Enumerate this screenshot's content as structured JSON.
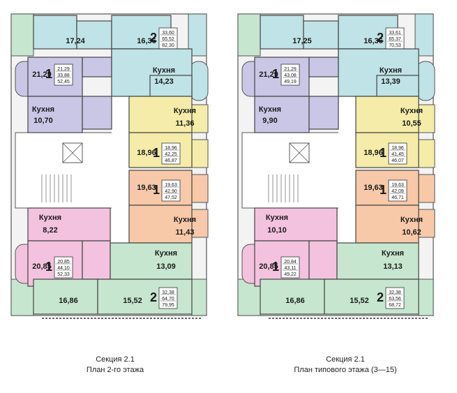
{
  "plans": [
    {
      "id": "floor2",
      "caption": {
        "line1": "Секция 2.1",
        "line2": "План 2-го этажа"
      },
      "units": [
        {
          "area": "17,24",
          "color": "#bfe3e6"
        },
        {
          "area": "16,36",
          "color": "#bfe3e6",
          "rooms": "2",
          "stats": [
            "33,60",
            "65,52",
            "82,30"
          ]
        },
        {
          "area": "21,29",
          "color": "#c9c6e6",
          "rooms": "1",
          "stats": [
            "21,29",
            "33,88",
            "52,45"
          ]
        },
        {
          "label": "Кухня",
          "area": "14,23",
          "color": "#bfe3e6"
        },
        {
          "label": "Кухня",
          "area": "10,70",
          "color": "#c9c6e6"
        },
        {
          "label": "Кухня",
          "area": "11,36",
          "color": "#f4eca8"
        },
        {
          "area": "18,96",
          "color": "#f4eca8",
          "rooms": "1",
          "stats": [
            "18,96",
            "42,25",
            "46,87"
          ]
        },
        {
          "area": "19,63",
          "color": "#f7c9a8",
          "rooms": "1",
          "stats": [
            "19,63",
            "42,90",
            "47,52"
          ]
        },
        {
          "label": "Кухня",
          "area": "11,43",
          "color": "#f7c9a8"
        },
        {
          "label": "Кухня",
          "area": "8,22",
          "color": "#f3c2de"
        },
        {
          "area": "20,85",
          "color": "#f3c2de",
          "rooms": "1",
          "stats": [
            "20,85",
            "44,10",
            "52,33"
          ]
        },
        {
          "label": "Кухня",
          "area": "13,09",
          "color": "#c6e6cf"
        },
        {
          "area": "16,86",
          "color": "#c6e6cf"
        },
        {
          "area": "15,52",
          "color": "#c6e6cf",
          "rooms": "2",
          "stats": [
            "32,38",
            "64,70",
            "79,95"
          ]
        }
      ]
    },
    {
      "id": "typical",
      "caption": {
        "line1": "Секция 2.1",
        "line2": "План типового этажа (3—15)"
      },
      "units": [
        {
          "area": "17,25",
          "color": "#bfe3e6"
        },
        {
          "area": "16,36",
          "color": "#bfe3e6",
          "rooms": "2",
          "stats": [
            "33,61",
            "65,37",
            "70,53"
          ]
        },
        {
          "area": "21,29",
          "color": "#c9c6e6",
          "rooms": "1",
          "stats": [
            "21,29",
            "43,08",
            "49,19"
          ]
        },
        {
          "label": "Кухня",
          "area": "13,39",
          "color": "#bfe3e6"
        },
        {
          "label": "Кухня",
          "area": "9,90",
          "color": "#c9c6e6"
        },
        {
          "label": "Кухня",
          "area": "10,55",
          "color": "#f4eca8"
        },
        {
          "area": "18,96",
          "color": "#f4eca8",
          "rooms": "1",
          "stats": [
            "18,96",
            "41,45",
            "46,07"
          ]
        },
        {
          "area": "19,63",
          "color": "#f7c9a8",
          "rooms": "1",
          "stats": [
            "19,63",
            "42,09",
            "46,71"
          ]
        },
        {
          "label": "Кухня",
          "area": "10,62",
          "color": "#f7c9a8"
        },
        {
          "label": "Кухня",
          "area": "10,10",
          "color": "#f3c2de"
        },
        {
          "area": "20,85",
          "color": "#f3c2de",
          "rooms": "1",
          "stats": [
            "20,84",
            "43,11",
            "49,22"
          ]
        },
        {
          "label": "Кухня",
          "area": "13,13",
          "color": "#c6e6cf"
        },
        {
          "area": "16,86",
          "color": "#c6e6cf"
        },
        {
          "area": "15,52",
          "color": "#c6e6cf",
          "rooms": "2",
          "stats": [
            "32,38",
            "63,56",
            "68,72"
          ]
        }
      ]
    }
  ]
}
